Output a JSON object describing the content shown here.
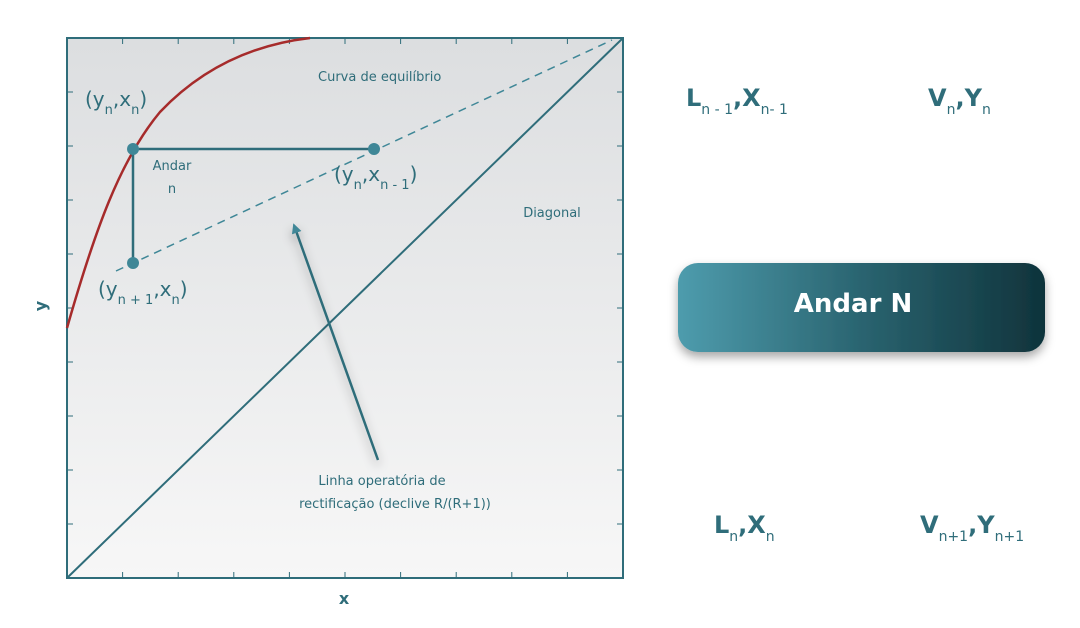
{
  "colors": {
    "teal": "#2f6d7a",
    "equilibrium_curve": "#a62b2b",
    "box_start": "#4e9cad",
    "box_end": "#0f333b"
  },
  "plot": {
    "x_axis_label": "x",
    "y_axis_label": "y",
    "curve_label": "Curva de equilíbrio",
    "diagonal_label": "Diagonal",
    "operating_line_label_1": "Linha operatória de",
    "operating_line_label_2": "rectificação (declive R/(R+1))",
    "stage_label_1": "Andar",
    "stage_label_2": "n",
    "point_top": {
      "open": "(y",
      "sub1": "n",
      "mid": ",x",
      "sub2": "n",
      "close": ")"
    },
    "point_right": {
      "open": "(y",
      "sub1": "n",
      "mid": ",x",
      "sub2": "n - 1",
      "close": ")"
    },
    "point_bottom": {
      "open": "(y",
      "sub1": "n + 1",
      "mid": ",x",
      "sub2": "n",
      "close": ")"
    }
  },
  "stage": {
    "box_label": "Andar N",
    "top_left": {
      "a": "L",
      "sa": "n - 1",
      "b": ",X",
      "sb": "n- 1"
    },
    "top_right": {
      "a": "V",
      "sa": "n",
      "b": ",Y",
      "sb": "n"
    },
    "bottom_left": {
      "a": "L",
      "sa": "n",
      "b": ",X",
      "sb": "n"
    },
    "bottom_right": {
      "a": "V",
      "sa": "n+1",
      "b": ",Y",
      "sb": "n+1"
    }
  }
}
